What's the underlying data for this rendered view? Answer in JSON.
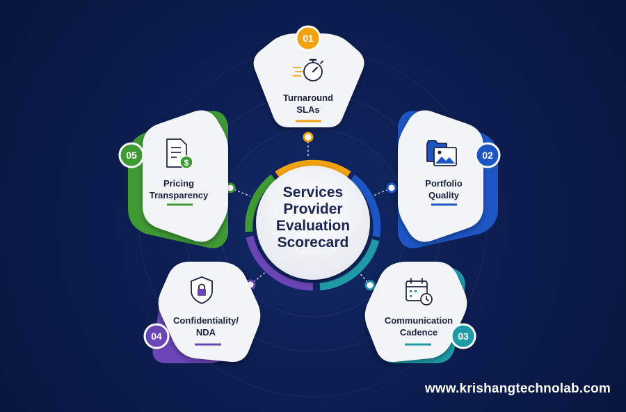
{
  "center": {
    "title": "Services Provider Evaluation Scorecard"
  },
  "colors": {
    "background": "#0b1c4d",
    "orange": "#f2a20c",
    "blue": "#1d56c4",
    "teal": "#1f9aa6",
    "purple": "#6a45b5",
    "green": "#3f9a34",
    "card": "#f3f4f7",
    "text": "#1b2240"
  },
  "items": [
    {
      "number": "01",
      "label_line1": "Turnaround",
      "label_line2": "SLAs",
      "icon": "stopwatch-icon",
      "color": "orange"
    },
    {
      "number": "02",
      "label_line1": "Portfolio",
      "label_line2": "Quality",
      "icon": "portfolio-folder-icon",
      "color": "blue"
    },
    {
      "number": "03",
      "label_line1": "Communication",
      "label_line2": "Cadence",
      "icon": "calendar-clock-icon",
      "color": "teal"
    },
    {
      "number": "04",
      "label_line1": "Confidentiality/",
      "label_line2": "NDA",
      "icon": "shield-lock-icon",
      "color": "purple"
    },
    {
      "number": "05",
      "label_line1": "Pricing",
      "label_line2": "Transparency",
      "icon": "pricing-document-icon",
      "color": "green"
    }
  ],
  "footer": {
    "website": "www.krishangtechnolab.com"
  }
}
